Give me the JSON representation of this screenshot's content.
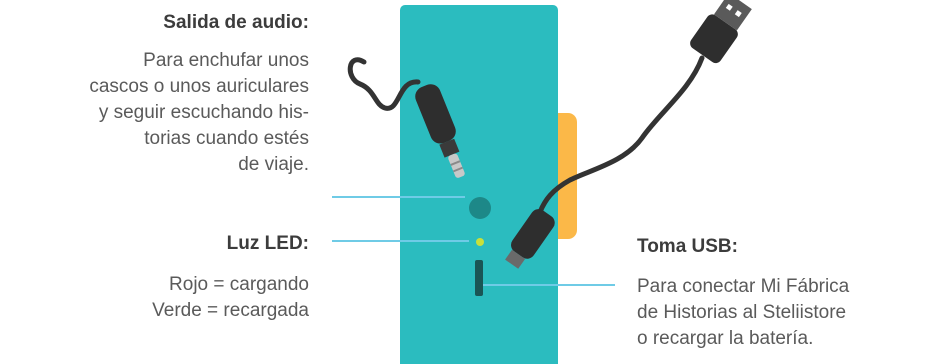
{
  "audio": {
    "heading": "Salida de audio:",
    "lines": [
      "Para enchufar unos",
      "cascos o unos auriculares",
      "y seguir escuchando his-",
      "torias cuando estés",
      "de viaje."
    ]
  },
  "led": {
    "heading": "Luz LED:",
    "lines": [
      "Rojo = cargando",
      "Verde = recargada"
    ]
  },
  "usb": {
    "heading": "Toma USB:",
    "lines": [
      "Para conectar Mi Fábrica",
      "de Historias al Steliistore",
      "o recargar la batería."
    ]
  },
  "colors": {
    "device": "#2bbcbf",
    "side_button": "#fbb848",
    "leader": "#6fcbe6",
    "led": "#c8e03a",
    "audio_port": "#1d8888",
    "cable": "#333333"
  },
  "icons": [
    "headphone-jack-plug-icon",
    "usb-plug-icon"
  ]
}
